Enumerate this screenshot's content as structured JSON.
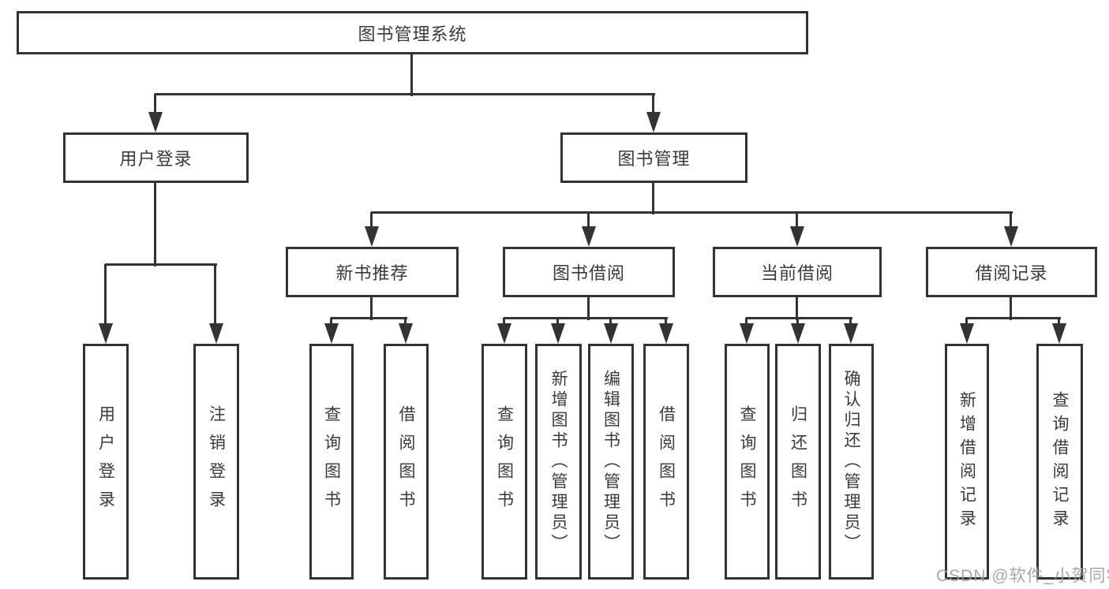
{
  "title": "图书管理系统",
  "tree": {
    "label": "图书管理系统",
    "children": [
      {
        "label": "用户登录",
        "children": [
          {
            "label": "用户登录"
          },
          {
            "label": "注销登录"
          }
        ]
      },
      {
        "label": "图书管理",
        "children": [
          {
            "label": "新书推荐",
            "children": [
              {
                "label": "查询图书"
              },
              {
                "label": "借阅图书"
              }
            ]
          },
          {
            "label": "图书借阅",
            "children": [
              {
                "label": "查询图书"
              },
              {
                "label": "新增图书（管理员）"
              },
              {
                "label": "编辑图书（管理员）"
              },
              {
                "label": "借阅图书"
              }
            ]
          },
          {
            "label": "当前借阅",
            "children": [
              {
                "label": "查询图书"
              },
              {
                "label": "归还图书"
              },
              {
                "label": "确认归还（管理员）"
              }
            ]
          },
          {
            "label": "借阅记录",
            "children": [
              {
                "label": "新增借阅记录"
              },
              {
                "label": "查询借阅记录"
              }
            ]
          }
        ]
      }
    ]
  },
  "watermark": {
    "text": "CSDN @软件_小贺同学"
  },
  "colors": {
    "line": "#333333",
    "text": "#3a3a3a",
    "background": "#ffffff",
    "watermark": "#9e9e9e"
  }
}
